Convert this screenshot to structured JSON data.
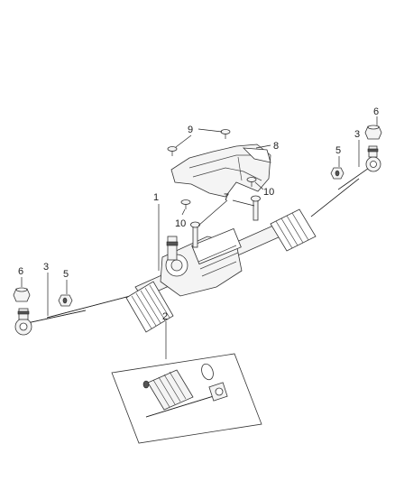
{
  "callouts": {
    "c1": "1",
    "c2": "2",
    "c3_left": "3",
    "c3_right": "3",
    "c5_left": "5",
    "c5_right": "5",
    "c6_left": "6",
    "c6_right": "6",
    "c7": "7",
    "c8": "8",
    "c9": "9",
    "c10_top": "10",
    "c10_bottom": "10"
  }
}
